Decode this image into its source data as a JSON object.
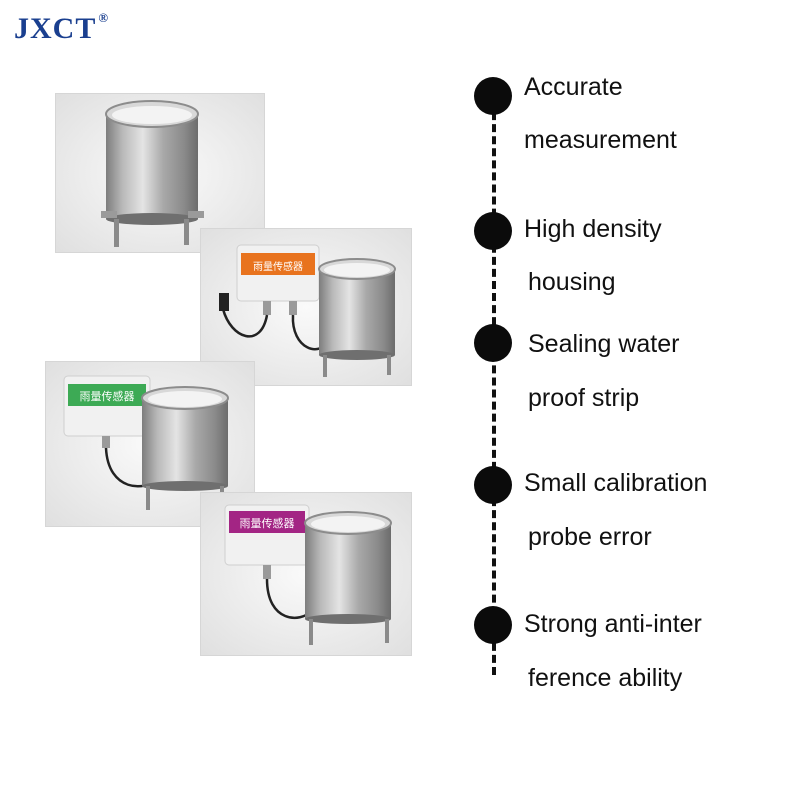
{
  "brand": {
    "name": "JXCT",
    "mark": "®"
  },
  "features": [
    {
      "line1": "Accurate",
      "line2": "measurement"
    },
    {
      "line1": "High density",
      "line2": "housing"
    },
    {
      "line1": "Sealing water",
      "line2": "proof strip"
    },
    {
      "line1": "Small calibration",
      "line2": "probe error"
    },
    {
      "line1": "Strong anti-inter",
      "line2": "ference ability"
    }
  ],
  "product_labels": [
    {
      "text": "雨量传感器",
      "color": "#e8731e"
    },
    {
      "text": "雨量传感器",
      "color": "#3daa55"
    },
    {
      "text": "雨量传感器",
      "color": "#a32584"
    }
  ]
}
